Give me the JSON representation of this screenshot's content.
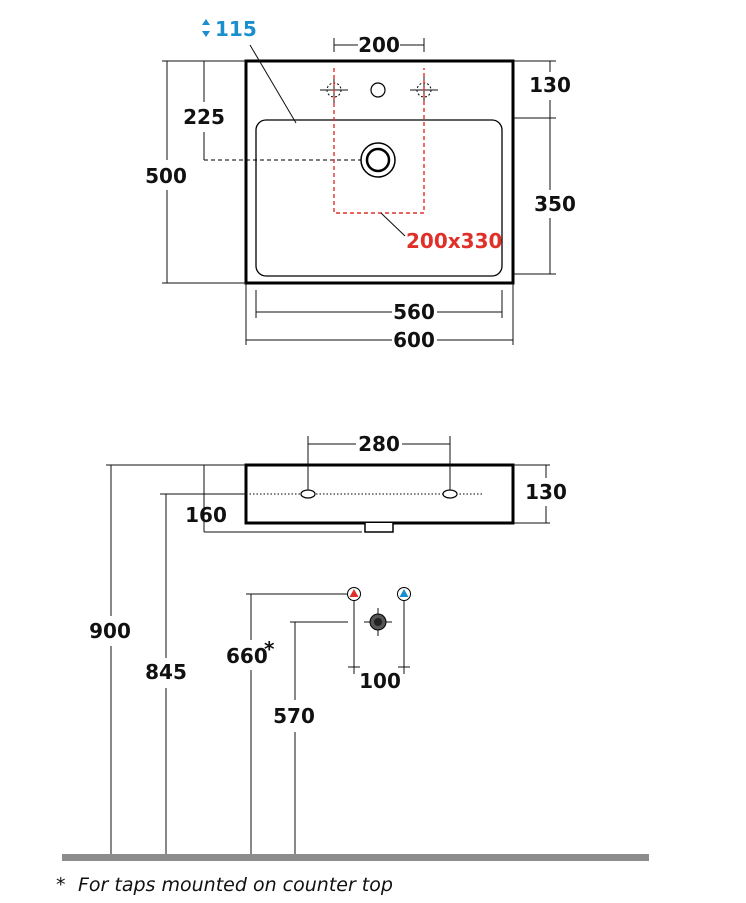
{
  "top_view": {
    "tap_hole_diameter": "115",
    "tap_spacing": "200",
    "rim_depth": "130",
    "bowl_depth": "350",
    "waste_offset": "225",
    "overall_depth": "500",
    "bowl_width": "560",
    "overall_width": "600",
    "hole_zone": "200x330"
  },
  "side_view": {
    "overflow_spacing": "280",
    "basin_height": "130",
    "edge_offset": "160",
    "rim_height": "900",
    "underside_height": "845",
    "tap_supply_height": "660",
    "tap_supply_asterisk": "*",
    "waste_height": "570",
    "supply_spacing": "100"
  },
  "footnote": {
    "asterisk": "*",
    "text": "For taps mounted on counter top"
  },
  "colors": {
    "hot": "#e0302a",
    "cold": "#1a8fd0",
    "floor": "#8c8c8c"
  }
}
